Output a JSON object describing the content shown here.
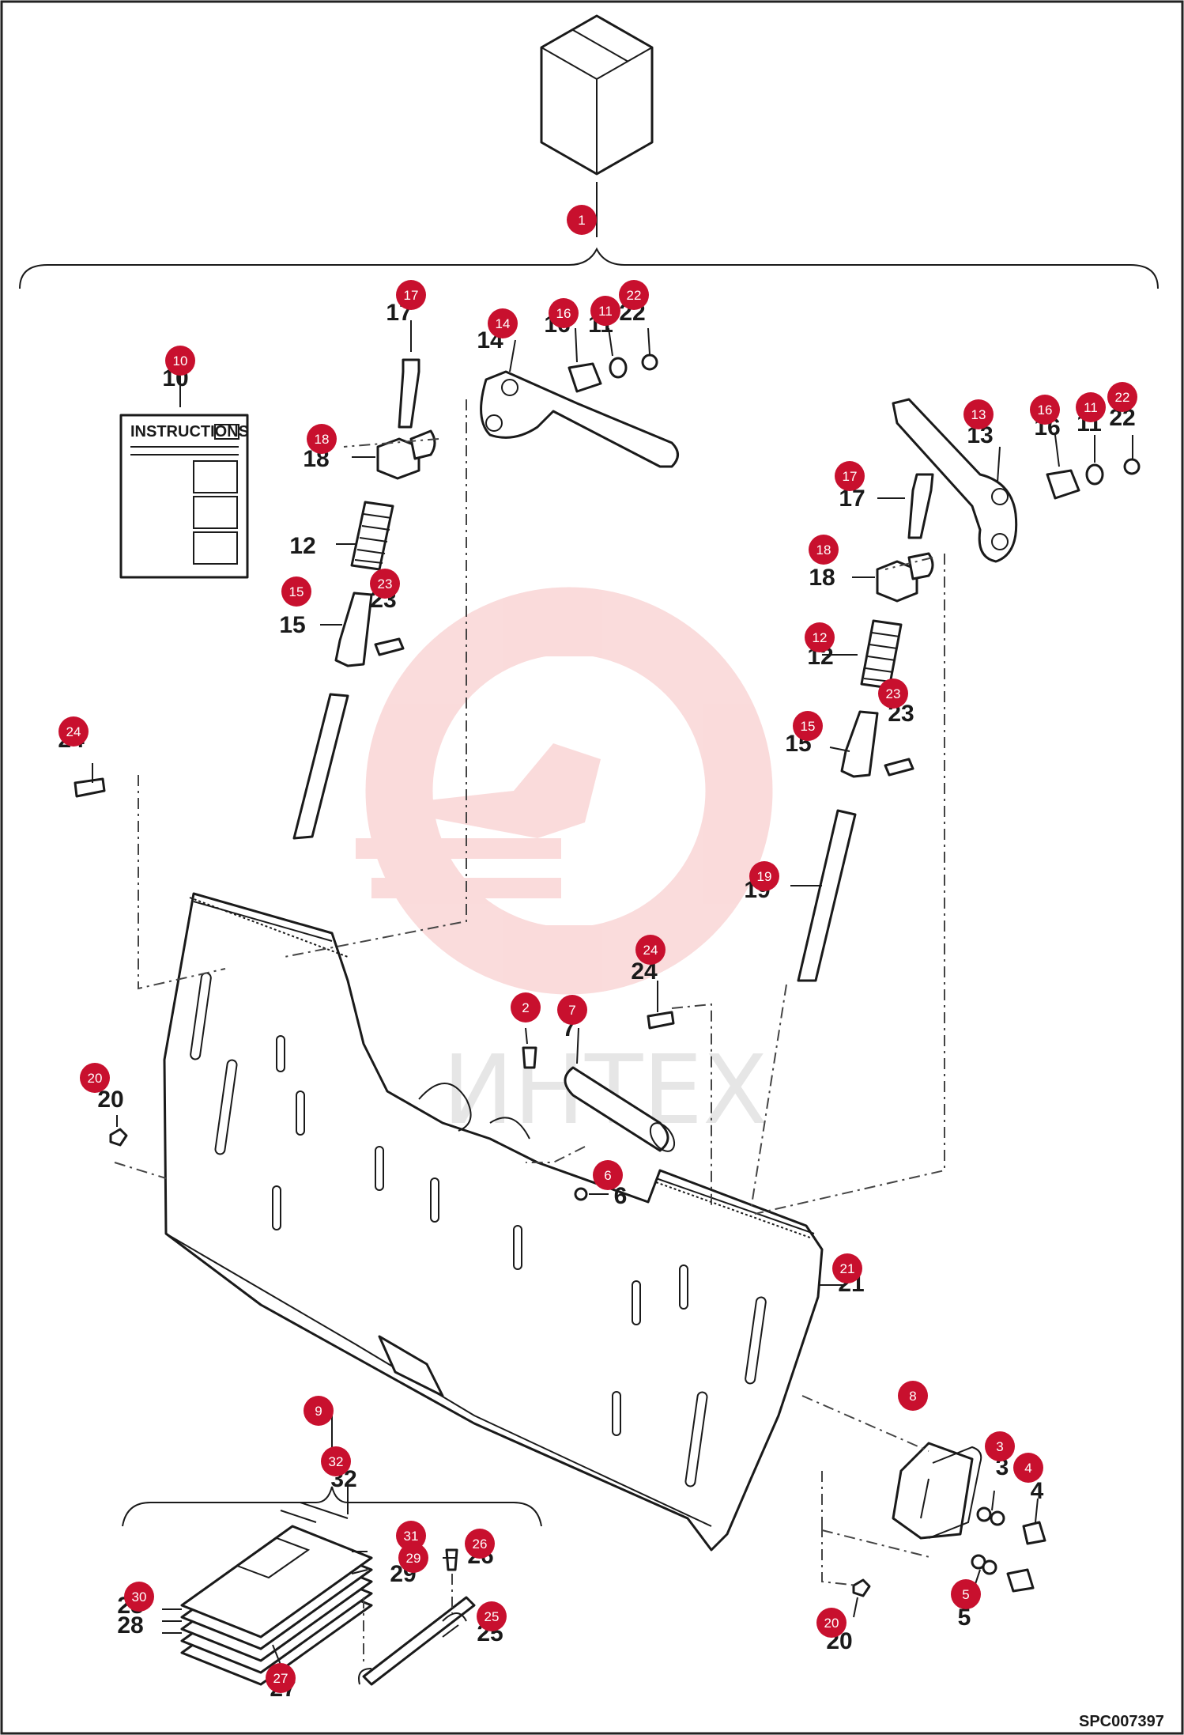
{
  "diagram": {
    "instructions_label": "INSTRUCTIONS",
    "reference_code": "SPC007397",
    "marker_color": "#c8102e"
  },
  "watermark": {
    "text": "ИНТЕХ"
  },
  "callouts": [
    {
      "id": "1",
      "label": ""
    },
    {
      "id": "17",
      "label": "17"
    },
    {
      "id": "14",
      "label": "14"
    },
    {
      "id": "16",
      "label": "16"
    },
    {
      "id": "11",
      "label": "11"
    },
    {
      "id": "22",
      "label": "22"
    },
    {
      "id": "10",
      "label": "10"
    },
    {
      "id": "18",
      "label": "18"
    },
    {
      "id": "12",
      "label": "12"
    },
    {
      "id": "15",
      "label": "15"
    },
    {
      "id": "23",
      "label": "23"
    },
    {
      "id": "13",
      "label": "13"
    },
    {
      "id": "16",
      "label": "16"
    },
    {
      "id": "11",
      "label": "11"
    },
    {
      "id": "22",
      "label": "22"
    },
    {
      "id": "17",
      "label": "17"
    },
    {
      "id": "18",
      "label": "18"
    },
    {
      "id": "12",
      "label": "12"
    },
    {
      "id": "23",
      "label": "23"
    },
    {
      "id": "15",
      "label": "15"
    },
    {
      "id": "24",
      "label": "24"
    },
    {
      "id": "19",
      "label": "19"
    },
    {
      "id": "24",
      "label": "24"
    },
    {
      "id": "2",
      "label": ""
    },
    {
      "id": "7",
      "label": "7"
    },
    {
      "id": "20",
      "label": "20"
    },
    {
      "id": "6",
      "label": "6"
    },
    {
      "id": "21",
      "label": "21"
    },
    {
      "id": "9",
      "label": ""
    },
    {
      "id": "8",
      "label": "8"
    },
    {
      "id": "32",
      "label": "32"
    },
    {
      "id": "3",
      "label": "3"
    },
    {
      "id": "4",
      "label": "4"
    },
    {
      "id": "31",
      "label": ""
    },
    {
      "id": "26",
      "label": "26"
    },
    {
      "id": "29",
      "label": "29"
    },
    {
      "id": "30",
      "label": "28"
    },
    {
      "id": "28",
      "label": "28"
    },
    {
      "id": "25",
      "label": "25"
    },
    {
      "id": "5",
      "label": "5"
    },
    {
      "id": "20",
      "label": "20"
    },
    {
      "id": "27",
      "label": "27"
    }
  ]
}
